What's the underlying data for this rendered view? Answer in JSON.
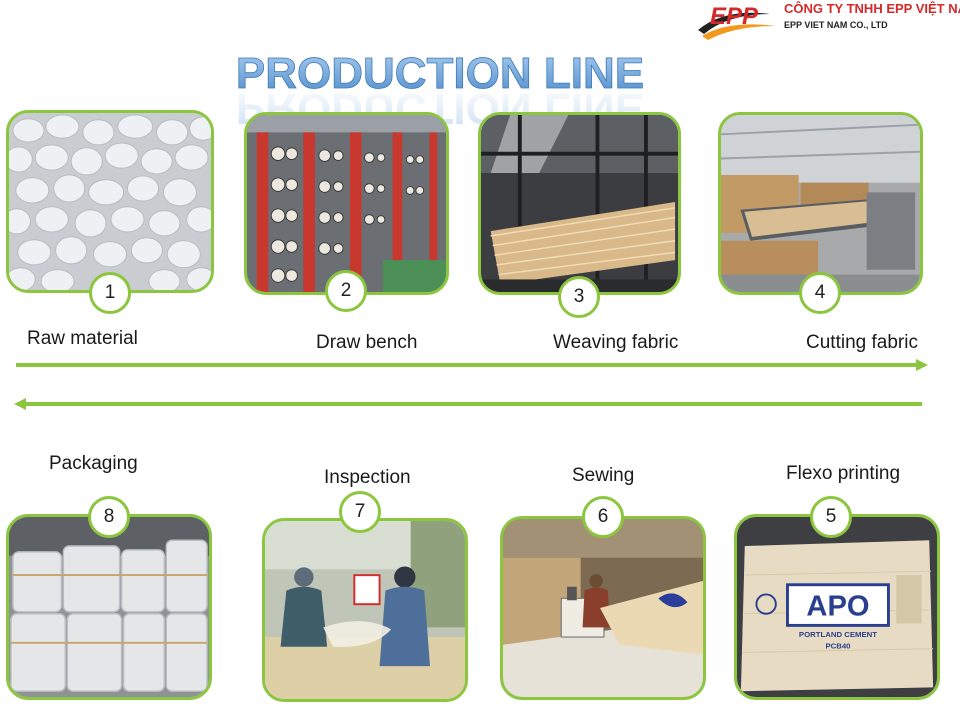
{
  "header": {
    "company_vn": "CÔNG TY TNHH EPP VIỆT NAM",
    "company_en": "EPP VIET NAM CO., LTD",
    "logo_text": "EPP"
  },
  "title": "PRODUCTION LINE",
  "steps": [
    {
      "number": "1",
      "label": "Raw material"
    },
    {
      "number": "2",
      "label": "Draw bench"
    },
    {
      "number": "3",
      "label": "Weaving fabric"
    },
    {
      "number": "4",
      "label": "Cutting fabric"
    },
    {
      "number": "5",
      "label": "Flexo printing"
    },
    {
      "number": "6",
      "label": "Sewing"
    },
    {
      "number": "7",
      "label": "Inspection"
    },
    {
      "number": "8",
      "label": "Packaging"
    }
  ],
  "bag_print": {
    "brand": "APO",
    "line1": "PORTLAND CEMENT",
    "line2": "PCB40"
  },
  "colors": {
    "accent_green": "#8cc63f",
    "title_blue": "#6fa3d8",
    "brand_red": "#d42a2a",
    "brand_orange": "#f39a1e"
  }
}
